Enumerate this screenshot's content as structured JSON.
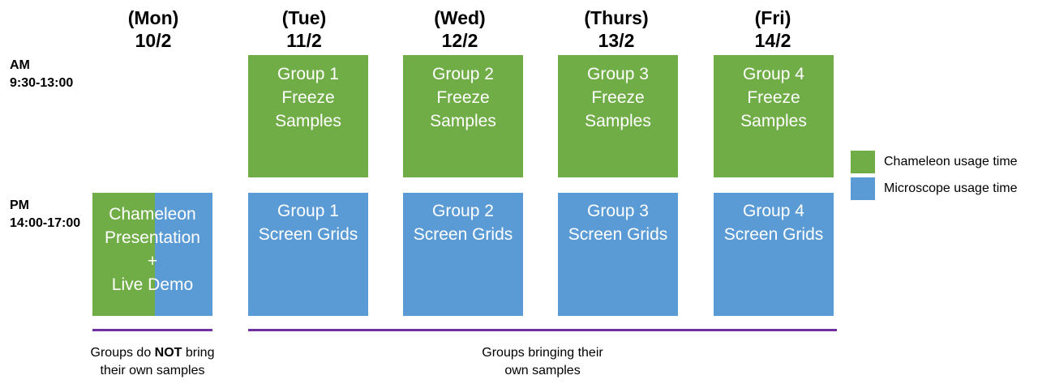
{
  "colors": {
    "chameleon": "#70ad47",
    "microscope": "#5b9bd5",
    "bracket": "#7030a0"
  },
  "days": [
    {
      "name": "(Mon)",
      "date": "10/2"
    },
    {
      "name": "(Tue)",
      "date": "11/2"
    },
    {
      "name": "(Wed)",
      "date": "12/2"
    },
    {
      "name": "(Thurs)",
      "date": "13/2"
    },
    {
      "name": "(Fri)",
      "date": "14/2"
    }
  ],
  "slots": {
    "am": {
      "label": "AM",
      "time": "9:30-13:00"
    },
    "pm": {
      "label": "PM",
      "time": "14:00-17:00"
    }
  },
  "monday_pm": {
    "lines": [
      "Chameleon",
      "Presentation",
      "+",
      "Live Demo"
    ]
  },
  "am_sessions": [
    {
      "group": "Group 1",
      "line2": "Freeze",
      "line3": "Samples"
    },
    {
      "group": "Group 2",
      "line2": "Freeze",
      "line3": "Samples"
    },
    {
      "group": "Group 3",
      "line2": "Freeze",
      "line3": "Samples"
    },
    {
      "group": "Group 4",
      "line2": "Freeze",
      "line3": "Samples"
    }
  ],
  "pm_sessions": [
    {
      "group": "Group 1",
      "line2": "Screen Grids"
    },
    {
      "group": "Group 2",
      "line2": "Screen Grids"
    },
    {
      "group": "Group 3",
      "line2": "Screen Grids"
    },
    {
      "group": "Group 4",
      "line2": "Screen Grids"
    }
  ],
  "legend": [
    {
      "label": "Chameleon usage time",
      "color": "#70ad47"
    },
    {
      "label": "Microscope usage time",
      "color": "#5b9bd5"
    }
  ],
  "notes": {
    "left_prefix": "Groups do ",
    "left_bold": "NOT",
    "left_suffix": " bring",
    "left_line2": "their own samples",
    "right_line1": "Groups bringing their",
    "right_line2": "own samples"
  }
}
